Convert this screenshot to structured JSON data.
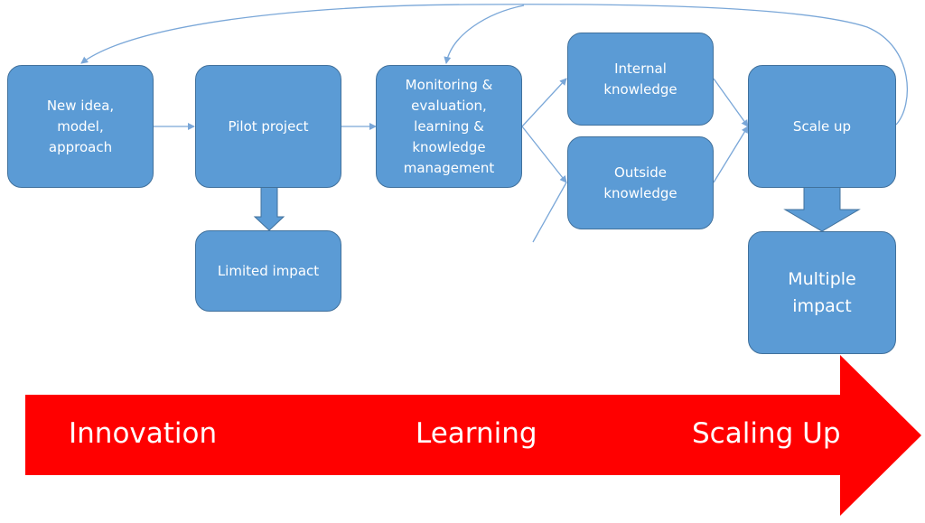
{
  "colors": {
    "box_fill": "#5b9bd5",
    "box_border": "#41719c",
    "connector": "#7aa7d8",
    "block_arrow": "#5b9bd5",
    "banner_arrow": "#ff0000",
    "text": "#ffffff"
  },
  "nodes": {
    "new_idea": "New idea,\nmodel,\napproach",
    "pilot_project": "Pilot project",
    "limited_impact": "Limited impact",
    "monitoring": "Monitoring &\nevaluation,\nlearning &\nknowledge\nmanagement",
    "internal_knowledge": "Internal\nknowledge",
    "outside_knowledge": "Outside\nknowledge",
    "scale_up": "Scale up",
    "multiple_impact": "Multiple\nimpact"
  },
  "banner": {
    "stages": [
      "Innovation",
      "Learning",
      "Scaling Up"
    ]
  }
}
